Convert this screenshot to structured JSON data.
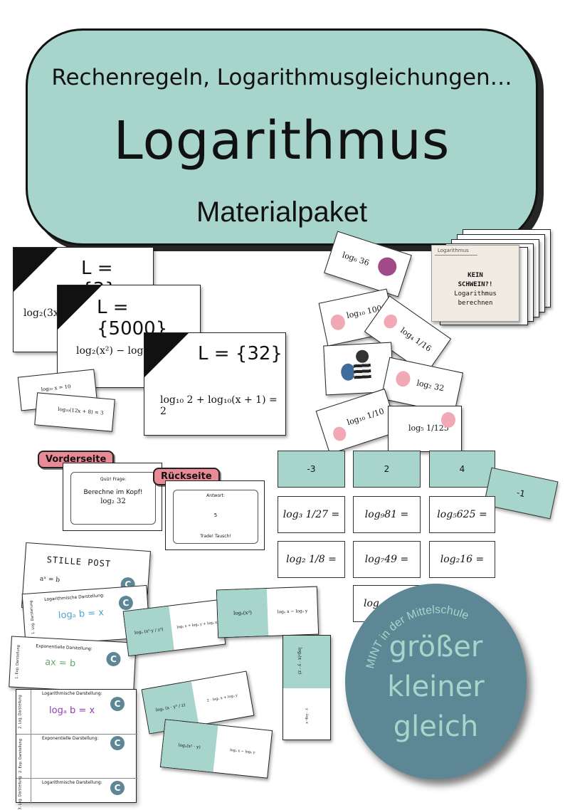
{
  "banner": {
    "subtitle": "Rechenregeln, Logarithmusgleichungen…",
    "title": "Logarithmus",
    "package": "Materialpaket"
  },
  "solution_cards": [
    {
      "solution": "L = {3}",
      "equation": "log₂(3x"
    },
    {
      "solution": "L = {5000}",
      "equation": "log₂(x²) − log₂("
    },
    {
      "solution": "L = {32}",
      "equation": "log₁₀ 2 + log₁₀(x + 1) = 2"
    }
  ],
  "small_cards": [
    "log₂₀ x = 10",
    "log₂₀(12x + 8) = 3"
  ],
  "kein_schwein": {
    "header": "Logarithmus",
    "line1": "KEIN",
    "line2": "SCHWEIN?!",
    "line3": "Logarithmus",
    "line4": "berechnen"
  },
  "pig_cards": [
    "log₆ 36",
    "log₁₀ 1000",
    "log₄ 1/16",
    "log₂ 32",
    "log₁₀ 1/10",
    "log₅ 1/125"
  ],
  "quiz": {
    "front_label": "Vorderseite",
    "back_label": "Rückseite",
    "front_title": "Quiz! Frage:",
    "front_text": "Berechne im Kopf!",
    "front_expr": "log₂ 32",
    "back_title": "Antwort:",
    "back_value": "5",
    "back_footer": "Trade! Tausch!"
  },
  "answer_tiles": [
    "-3",
    "2",
    "4",
    "-1"
  ],
  "question_tiles": [
    "log₃ 1/27 =",
    "log₉81 =",
    "log₅625 =",
    "log₂ 1/8 =",
    "log₇49 =",
    "log₂16 =",
    "log"
  ],
  "stille_post": {
    "title": "STILLE POST",
    "formula": "aˣ = b",
    "badge": "C",
    "log_label": "Logarithmische Darstellung:",
    "log_formula": "logₐ b = x",
    "exp_label": "Exponentielle Darstellung:",
    "exp_formula": "ax = b",
    "side_exp": "1. Exp. Darstellung",
    "side_log1": "1. Log. Darstellung",
    "side_log2": "2. Log. Darstellung",
    "side_exp2": "2. Exp. Darstellung",
    "side_log3": "3. Log. Darstellung"
  },
  "domino": {
    "d1_left": "logₐ (x²·y / z³)",
    "d1_right": "logₐ x + logₐ y + logₐ z",
    "d2_left": "logₐ(x³)",
    "d2_right": "logₐ x − logₐ y",
    "d3_top": "logₐ(x · y · z)",
    "d3_bottom": "y · logₐ x",
    "d4_left": "logₐ (x · y³ / z)",
    "d4_right": "2 · logₐ x + logₐ y",
    "d5_left": "logₐ(x² · y)",
    "d5_right": "logₐ x − logₐ y"
  },
  "medal": {
    "arc_text": "MINT in der Mittelschule",
    "line1": "größer",
    "line2": "kleiner",
    "line3": "gleich"
  }
}
